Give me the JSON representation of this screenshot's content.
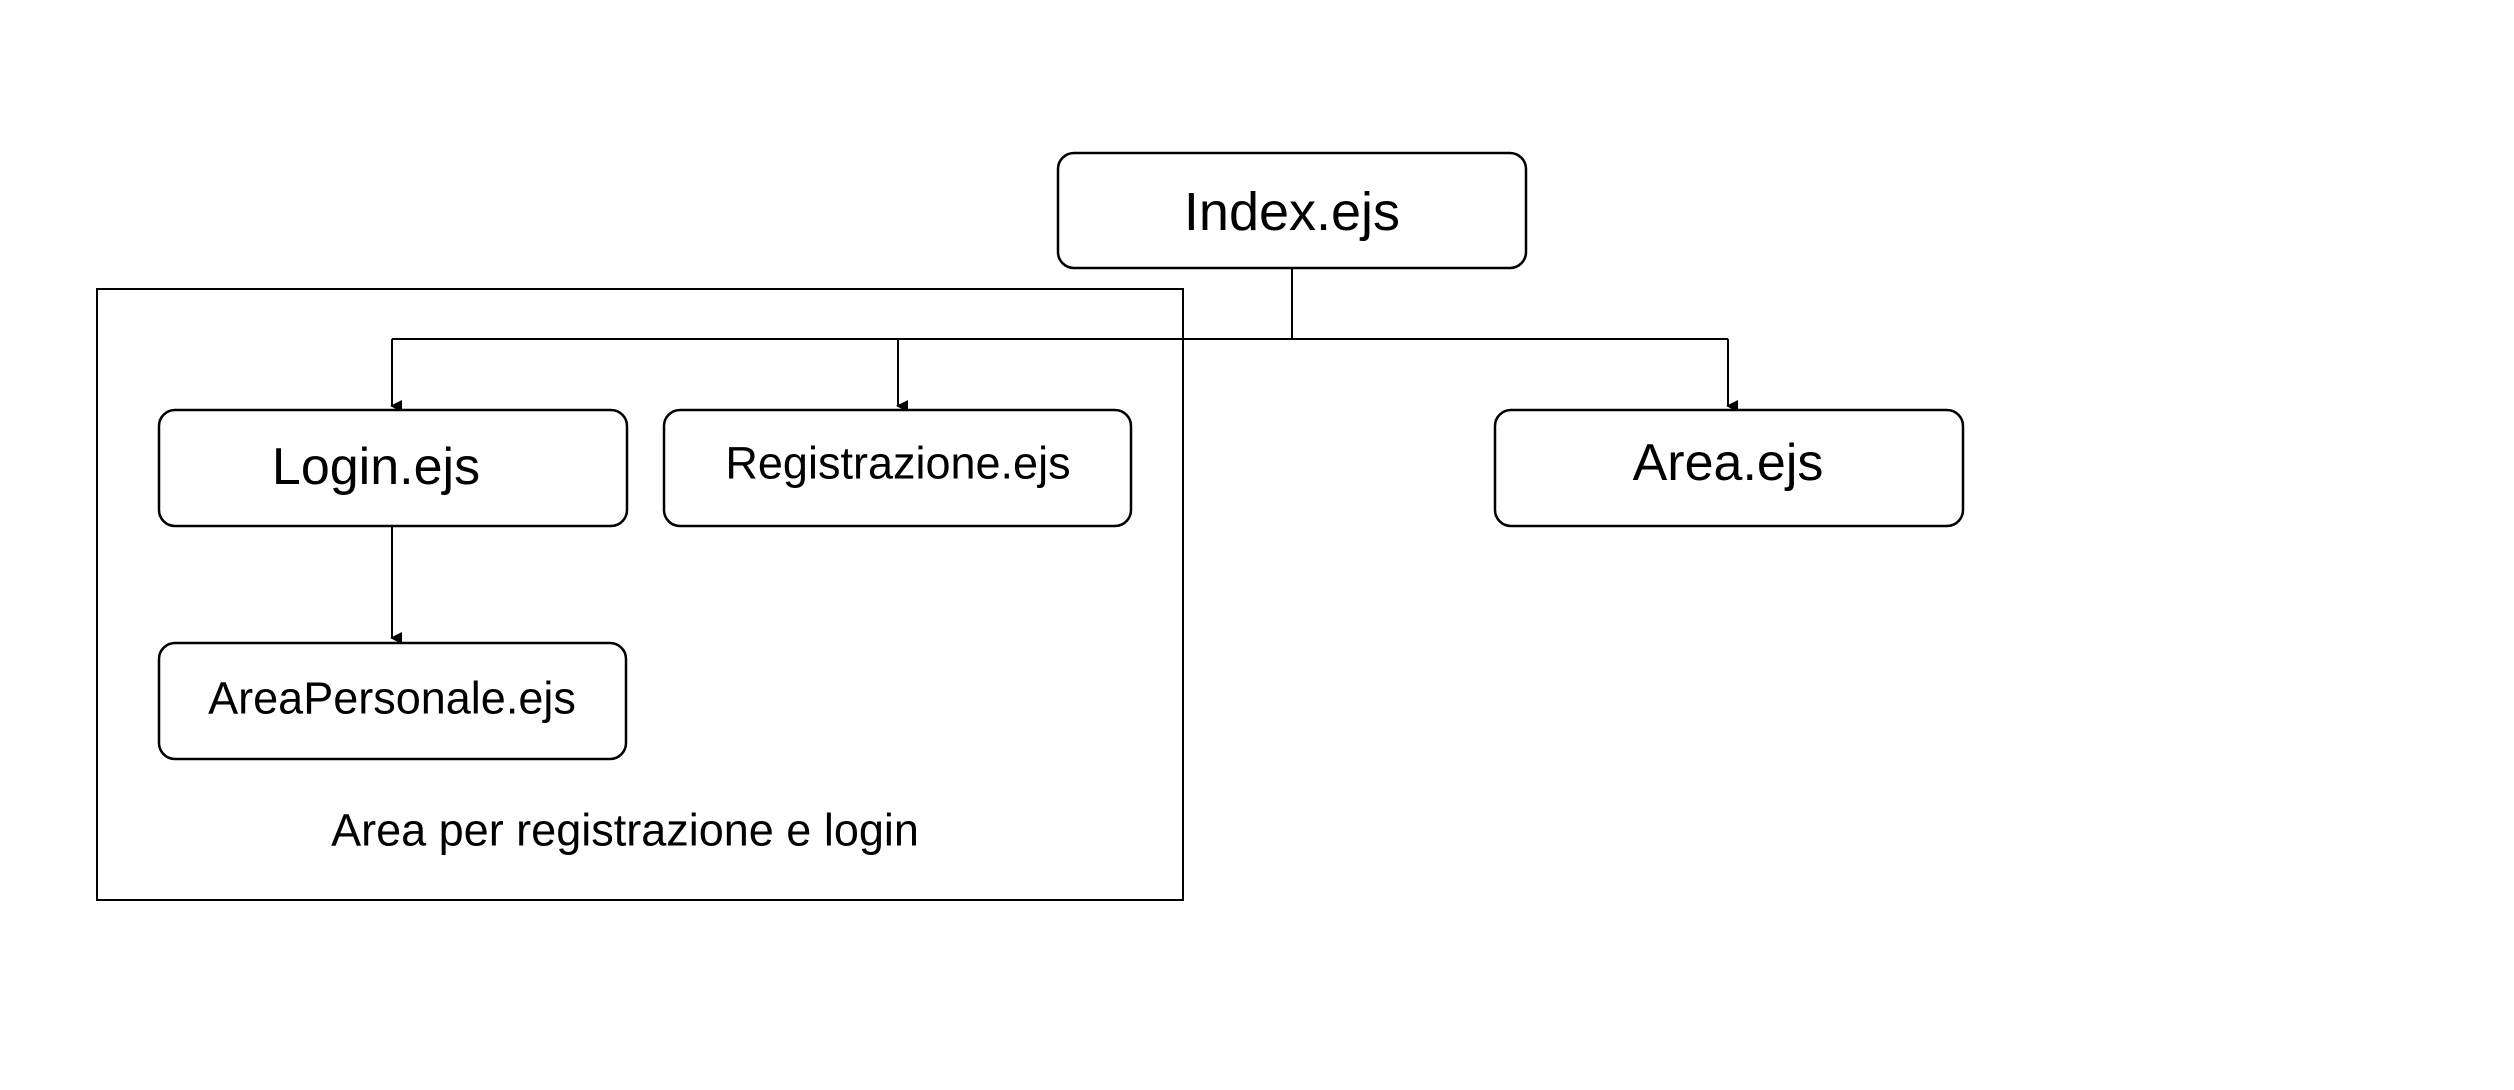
{
  "diagram": {
    "nodes": {
      "index": "Index.ejs",
      "login": "Login.ejs",
      "registrazione": "Registrazione.ejs",
      "area": "Area.ejs",
      "area_personale": "AreaPersonale.ejs"
    },
    "group_label": "Area per registrazione e login",
    "colors": {
      "stroke": "#000000",
      "background": "#ffffff",
      "text": "#000000"
    }
  }
}
